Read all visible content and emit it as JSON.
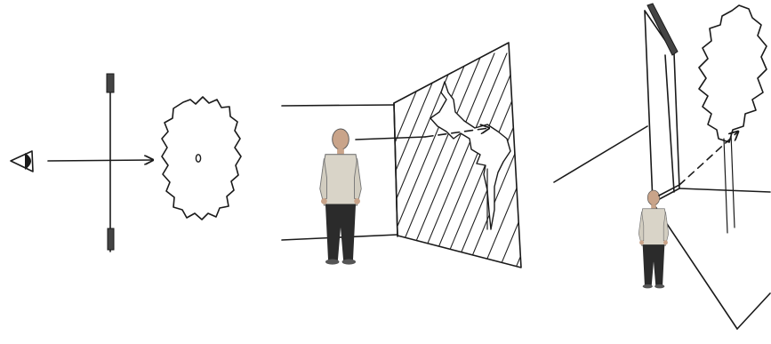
{
  "diagram": {
    "panels": [
      {
        "id": "plan",
        "elements": [
          "eye-icon",
          "sightline-arrow",
          "wall-section",
          "tree-plan"
        ]
      },
      {
        "id": "perspective",
        "elements": [
          "person",
          "room-corner",
          "hatched-wall",
          "sightline-dashed-arrow",
          "tree-silhouette"
        ]
      },
      {
        "id": "isometric",
        "elements": [
          "wall-plane",
          "person",
          "sightline-dashed-arrow",
          "tree"
        ]
      }
    ],
    "colors": {
      "ink": "#1a1a1a",
      "background": "#ffffff",
      "wall_fill": "#555555",
      "shirt": "#d9d4c8",
      "trousers": "#2b2b2b",
      "skin": "#c9a48a"
    }
  }
}
